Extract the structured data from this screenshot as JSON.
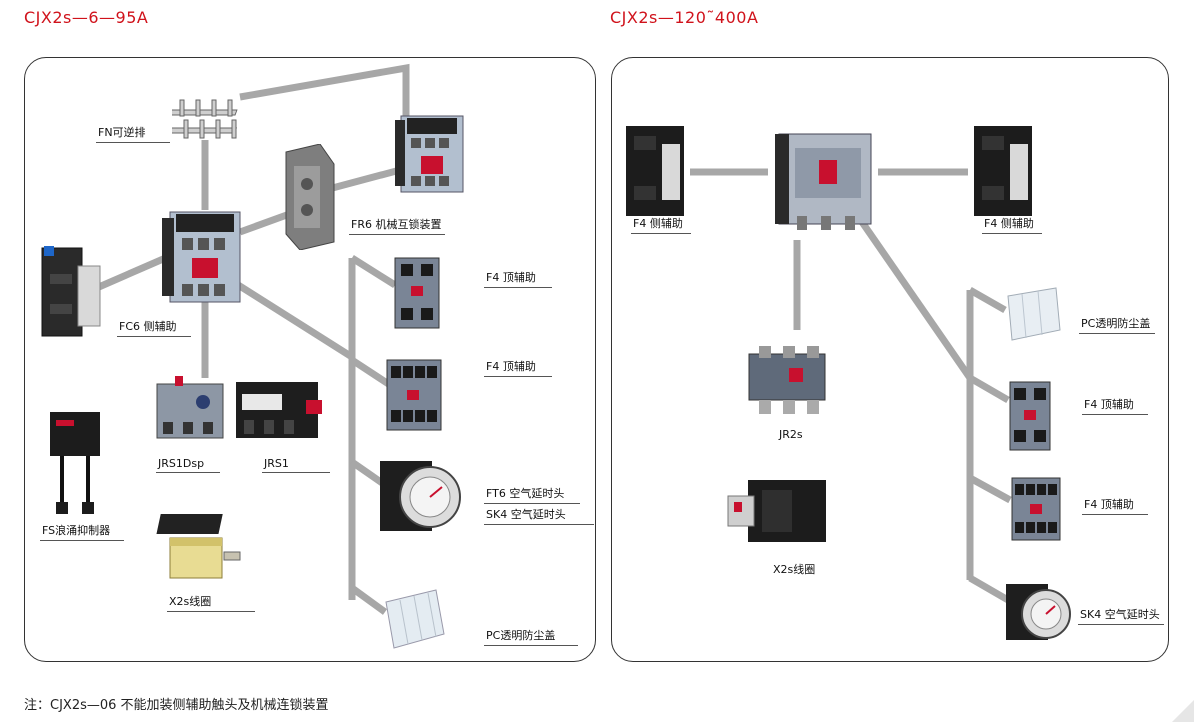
{
  "left_section": {
    "title": "CJX2s—6—95A",
    "labels": {
      "fn": "FN可逆排",
      "fr6": "FR6 机械互锁装置",
      "fc6": "FC6 侧辅助",
      "f4_top_1": "F4 顶辅助",
      "f4_top_2": "F4 顶辅助",
      "jrs1dsp": "JRS1Dsp",
      "jrs1": "JRS1",
      "ft6": "FT6 空气延时头",
      "sk4": "SK4 空气延时头",
      "fs": "FS浪涌抑制器",
      "x2s_coil": "X2s线圈",
      "pc_cover": "PC透明防尘盖"
    }
  },
  "right_section": {
    "title": "CJX2s—120˜400A",
    "labels": {
      "f4_side_left": "F4 侧辅助",
      "f4_side_right": "F4 侧辅助",
      "pc_cover": "PC透明防尘盖",
      "f4_top_1": "F4 顶辅助",
      "f4_top_2": "F4 顶辅助",
      "jr2s": "JR2s",
      "x2s_coil": "X2s线圈",
      "sk4": "SK4 空气延时头"
    }
  },
  "footnote": "注：CJX2s—06 不能加装侧辅助触头及机械连锁装置",
  "colors": {
    "title_red": "#d0121b",
    "wire_gray": "#a7a7a7",
    "contactor_blue": "#a8b6c8",
    "accessory_dark": "#2a2a2a"
  }
}
